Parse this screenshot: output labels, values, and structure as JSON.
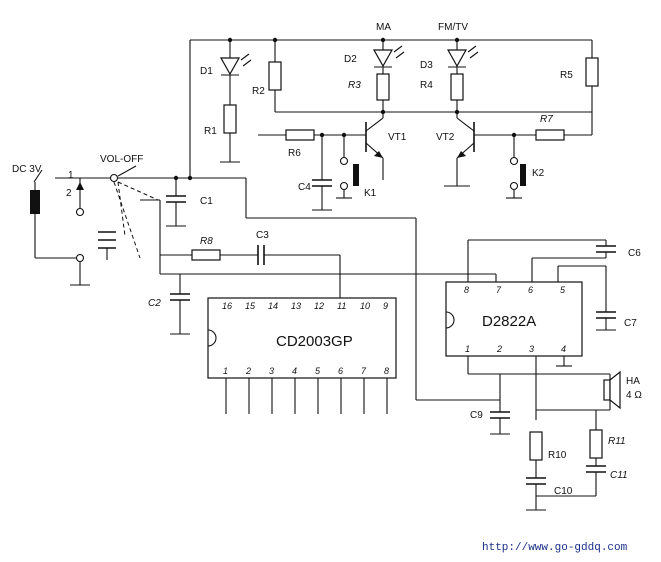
{
  "labels": {
    "power": "DC 3V",
    "switch": "VOL-OFF",
    "pin1": "1",
    "pin2": "2",
    "ma": "MA",
    "fmtv": "FM/TV",
    "d1": "D1",
    "d2": "D2",
    "d3": "D3",
    "r1": "R1",
    "r2": "R2",
    "r3": "R3",
    "r4": "R4",
    "r5": "R5",
    "r6": "R6",
    "r7": "R7",
    "r8": "R8",
    "r10": "R10",
    "r11": "R11",
    "vt1": "VT1",
    "vt2": "VT2",
    "k1": "K1",
    "k2": "K2",
    "c1": "C1",
    "c2": "C2",
    "c3": "C3",
    "c4": "C4",
    "c6": "C6",
    "c7": "C7",
    "c9": "C9",
    "c10": "C10",
    "c11": "C11",
    "ha": "HA",
    "ha_ohm": "4 Ω"
  },
  "ic1": {
    "name": "CD2003GP",
    "top_pins": [
      "16",
      "15",
      "14",
      "13",
      "12",
      "11",
      "10",
      "9"
    ],
    "bottom_pins": [
      "1",
      "2",
      "3",
      "4",
      "5",
      "6",
      "7",
      "8"
    ]
  },
  "ic2": {
    "name": "D2822A",
    "top_pins": [
      "8",
      "7",
      "6",
      "5"
    ],
    "bottom_pins": [
      "1",
      "2",
      "3",
      "4"
    ]
  },
  "footer": {
    "url": "http://www.go-gddq.com"
  }
}
